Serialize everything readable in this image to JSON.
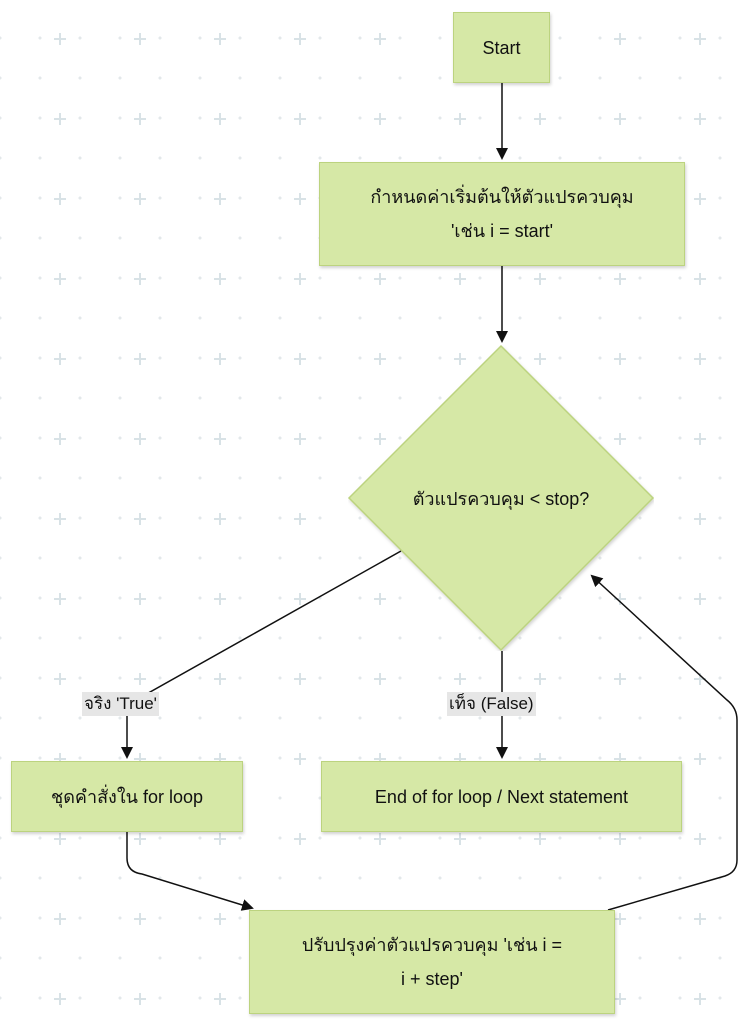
{
  "nodes": {
    "start": "Start",
    "init": {
      "line1": "กำหนดค่าเริ่มต้นให้ตัวแปรควบคุม",
      "line2": "'เช่น i = start'"
    },
    "condition": "ตัวแปรควบคุม < stop?",
    "body": "ชุดคำสั่งใน for loop",
    "end": "End of for loop / Next statement",
    "update": {
      "line1": "ปรับปรุงค่าตัวแปรควบคุม 'เช่น i =",
      "line2": "i + step'"
    }
  },
  "edges": {
    "true_label": "จริง 'True'",
    "false_label": "เท็จ (False)"
  },
  "colors": {
    "node_fill": "#d6e8a6",
    "node_border": "#bcd37f",
    "edge": "#111111",
    "label_bg": "#e6e6e6"
  }
}
